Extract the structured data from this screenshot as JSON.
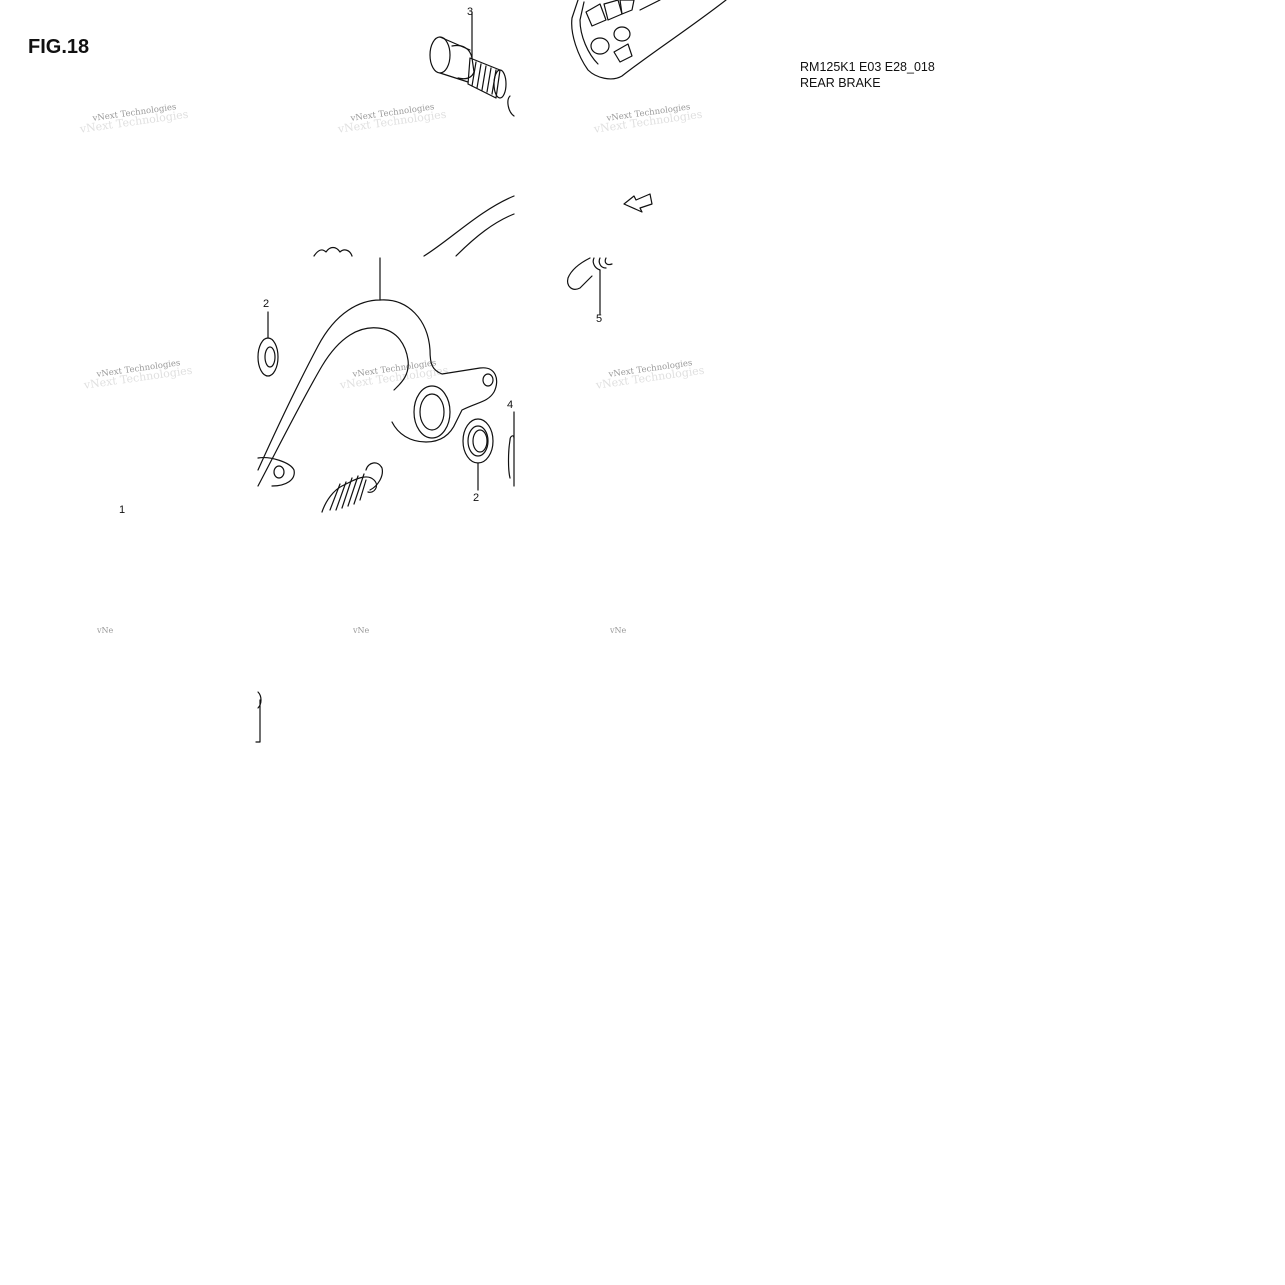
{
  "figure": {
    "title": "FIG.18",
    "code": "RM125K1 E03 E28_018",
    "name": "REAR BRAKE",
    "direction_marker": "FWD"
  },
  "callouts": {
    "c1": "1",
    "c2a": "2",
    "c2b": "2",
    "c3": "3",
    "c4": "4",
    "c5": "5"
  },
  "watermark": {
    "text": "vNext Technologies",
    "clipped": "vNe"
  },
  "colors": {
    "line": "#111111",
    "watermark": "#9a9a9a",
    "background": "#ffffff"
  }
}
